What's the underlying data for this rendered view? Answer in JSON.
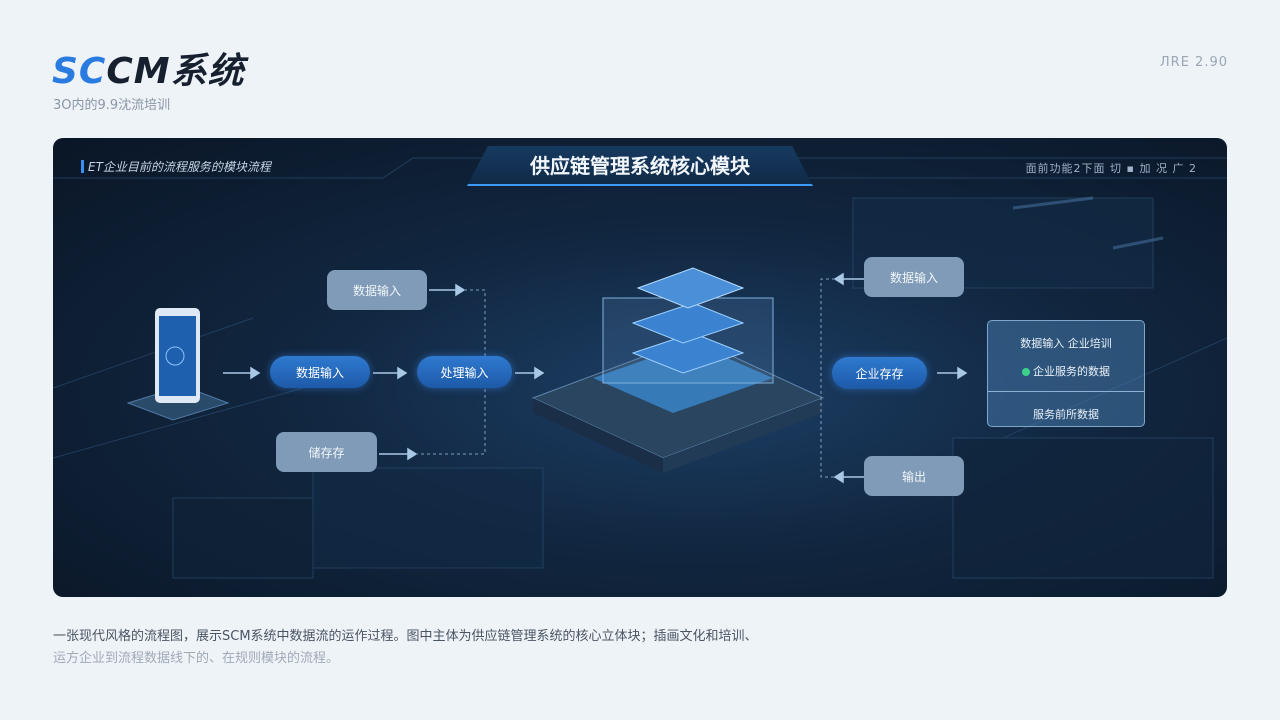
{
  "header": {
    "logo_part1": "SC",
    "logo_part2": "CM系统",
    "subtitle": "3O内的9.9沈流培训",
    "page_label": "ЛRE 2.90"
  },
  "panel": {
    "top_left_label": "ET企业目前的流程服务的模块流程",
    "title": "供应链管理系统核心模块",
    "top_right_label": "面前功能2下面  切  ▪  加  况  广 2",
    "left_nodes": [
      {
        "label": "数据输入"
      },
      {
        "label": "数据输入"
      },
      {
        "label": "处理输入"
      },
      {
        "label": "储存存"
      }
    ],
    "right_nodes": [
      {
        "label": "数据输入"
      },
      {
        "label": "企业存存"
      },
      {
        "label": "输出"
      }
    ],
    "info_card": {
      "row1": "数据输入 企业培训",
      "row2": "企业服务的数据",
      "row3": "服务前所数据"
    },
    "accent_color": "#3c8ef0"
  },
  "caption": {
    "line1": "一张现代风格的流程图，展示SCM系统中数据流的运作过程。图中主体为供应链管理系统的核心立体块；插画文化和培训、",
    "line2": "运方企业到流程数据线下的、在规则模块的流程。"
  }
}
